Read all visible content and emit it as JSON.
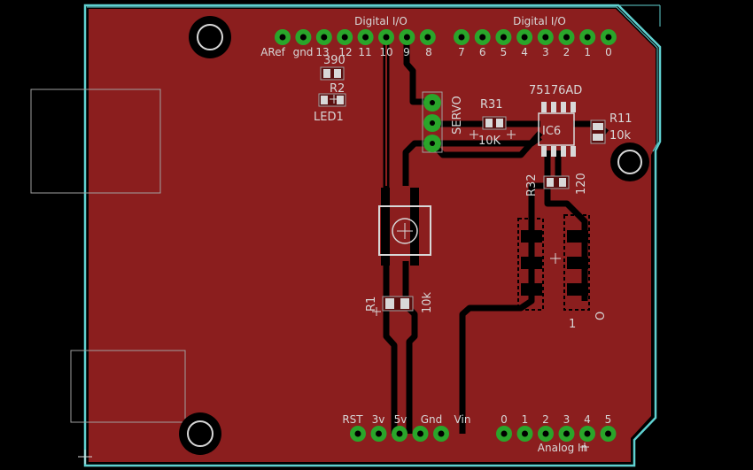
{
  "colors": {
    "background": "#000000",
    "board_copper": "#8b1e1e",
    "board_outline": "#5fd0d0",
    "trace": "#000000",
    "pad": "#2aa52a",
    "silkscreen": "#d8d8d8",
    "courtyard": "#a0a0a0"
  },
  "headers": {
    "digital_left_title": "Digital I/O",
    "digital_right_title": "Digital I/O",
    "analog_title": "Analog In",
    "digital_left_labels": [
      "ARef",
      "gnd",
      "13",
      "12",
      "11",
      "10",
      "9",
      "8"
    ],
    "digital_right_labels": [
      "7",
      "6",
      "5",
      "4",
      "3",
      "2",
      "1",
      "0"
    ],
    "power_labels": [
      "RST",
      "3v",
      "5v",
      "Gnd",
      "Vin"
    ],
    "analog_labels": [
      "0",
      "1",
      "2",
      "3",
      "4",
      "5"
    ]
  },
  "components": {
    "r_390_value": "390",
    "r2_name": "R2",
    "led1_name": "LED1",
    "servo_name": "SERVO",
    "r31_name": "R31",
    "r31_value": "10K",
    "ic6_part": "75176AD",
    "ic6_name": "IC6",
    "r11_name": "R11",
    "r11_value": "10k",
    "r32_name": "R32",
    "r32_value": "120",
    "r1_name": "R1",
    "r1_value": "10k",
    "conn_pin1": "1",
    "conn_pin_o": "O"
  }
}
